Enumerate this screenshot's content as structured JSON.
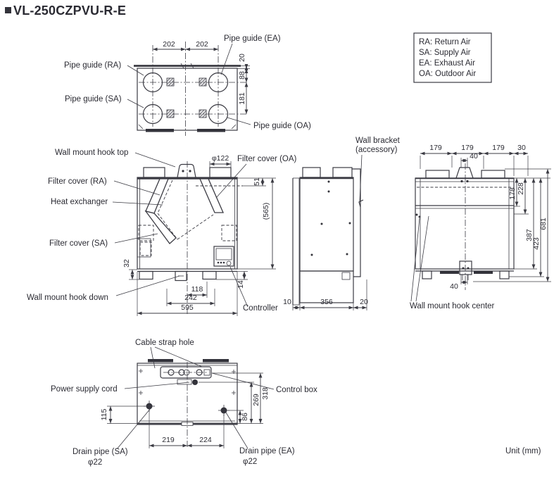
{
  "title": {
    "bullet": "■",
    "text": "VL-250CZPVU-R-E"
  },
  "unit_note": "Unit (mm)",
  "legend": {
    "items": [
      "RA: Return Air",
      "SA: Supply Air",
      "EA: Exhaust Air",
      "OA: Outdoor Air"
    ]
  },
  "top_view": {
    "labels": {
      "ra": "Pipe guide (RA)",
      "sa": "Pipe guide (SA)",
      "ea": "Pipe guide (EA)",
      "oa": "Pipe guide (OA)"
    },
    "dims": {
      "w1": "202",
      "w2": "202",
      "d20": "20",
      "d88": "88",
      "d181": "181"
    }
  },
  "front_view": {
    "labels": {
      "hook_top": "Wall mount hook top",
      "filter_ra": "Filter cover (RA)",
      "heat_exchanger": "Heat exchanger",
      "filter_sa": "Filter cover (SA)",
      "hook_down": "Wall mount hook down",
      "controller": "Controller",
      "filter_oa": "Filter cover (OA)"
    },
    "dims": {
      "dia": "φ122",
      "d51": "51",
      "d565": "(565)",
      "d32": "32",
      "d14": "14",
      "d118": "118",
      "d242": "242",
      "d595": "595"
    }
  },
  "side_view": {
    "labels": {
      "bracket_line1": "Wall bracket",
      "bracket_line2": "(accessory)"
    },
    "dims": {
      "d10": "10",
      "d356": "356",
      "d20": "20"
    }
  },
  "rear_view": {
    "labels": {
      "hook_center": "Wall mount hook center"
    },
    "dims": {
      "s1": "179",
      "s2": "179",
      "s3": "179",
      "s4": "30",
      "top40": "40",
      "d178": "178",
      "d228": "228",
      "d387": "387",
      "d423": "423",
      "d681": "681",
      "bot40": "40"
    }
  },
  "bottom_view": {
    "labels": {
      "cable": "Cable strap hole",
      "power": "Power supply cord",
      "control": "Control box",
      "drain_sa": "Drain pipe (SA)",
      "drain_sa_dia": "φ22",
      "drain_ea": "Drain pipe (EA)",
      "drain_ea_dia": "φ22"
    },
    "dims": {
      "d115": "115",
      "d86": "86",
      "d269": "269",
      "d318": "318",
      "d219": "219",
      "d224": "224"
    }
  }
}
